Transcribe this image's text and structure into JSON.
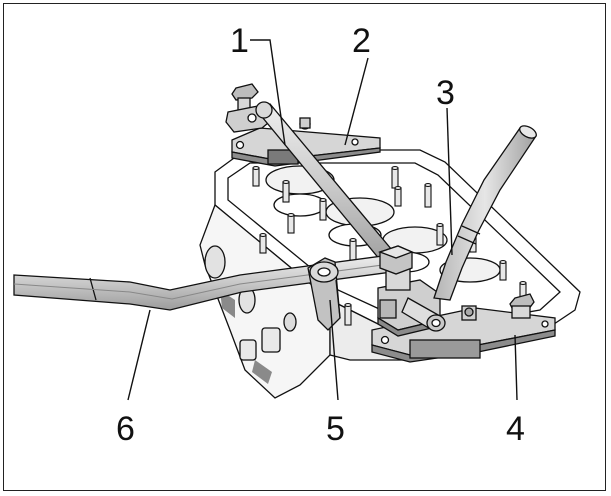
{
  "callouts": {
    "c1": "1",
    "c2": "2",
    "c3": "3",
    "c4": "4",
    "c5": "5",
    "c6": "6"
  },
  "colors": {
    "line": "#111111",
    "metal": "#d0d0d0",
    "metal_dark": "#a8a8a8",
    "shadow": "#7a7a7a",
    "background": "#ffffff"
  }
}
